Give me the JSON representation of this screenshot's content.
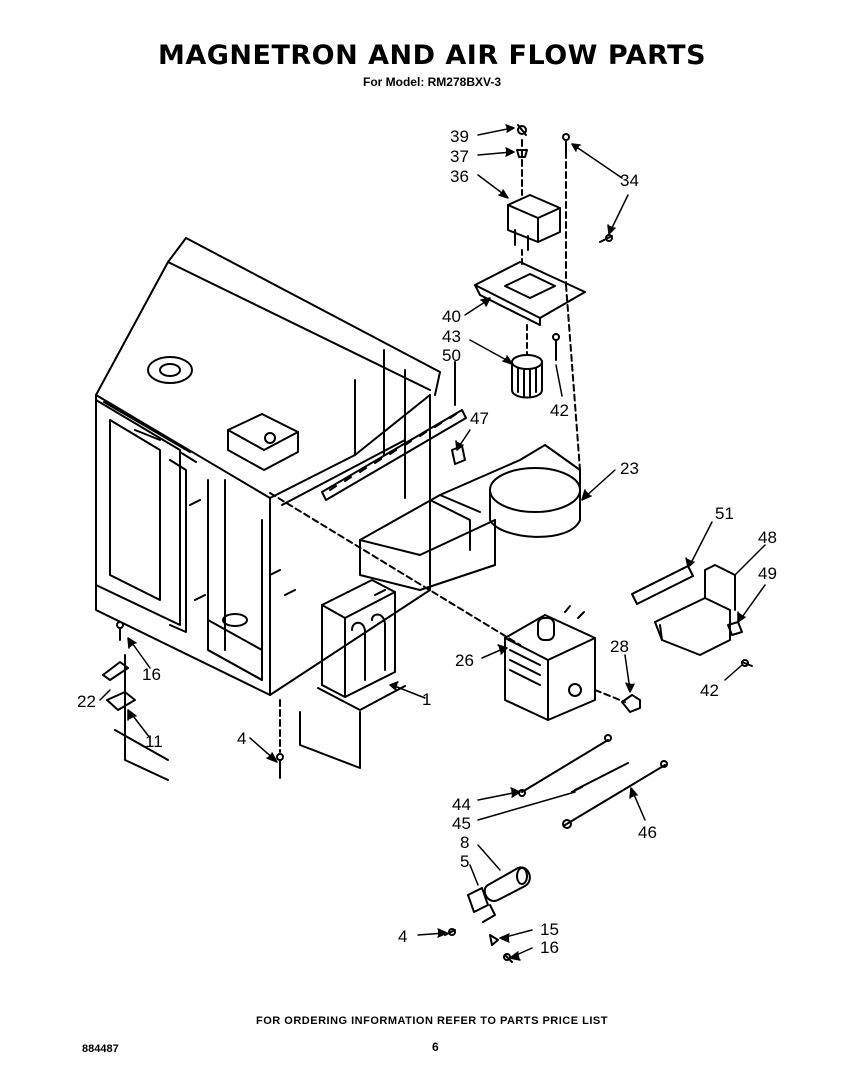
{
  "title": "MAGNETRON AND AIR FLOW PARTS",
  "subtitle": "For Model: RM278BXV-3",
  "footer": "FOR ORDERING INFORMATION REFER TO PARTS PRICE LIST",
  "doc_number": "884487",
  "page_number": "6",
  "labels": [
    "39",
    "37",
    "36",
    "34",
    "40",
    "43",
    "50",
    "47",
    "42",
    "23",
    "51",
    "48",
    "49",
    "26",
    "28",
    "42",
    "1",
    "16",
    "22",
    "11",
    "4",
    "44",
    "45",
    "46",
    "8",
    "5",
    "4",
    "15",
    "16"
  ]
}
